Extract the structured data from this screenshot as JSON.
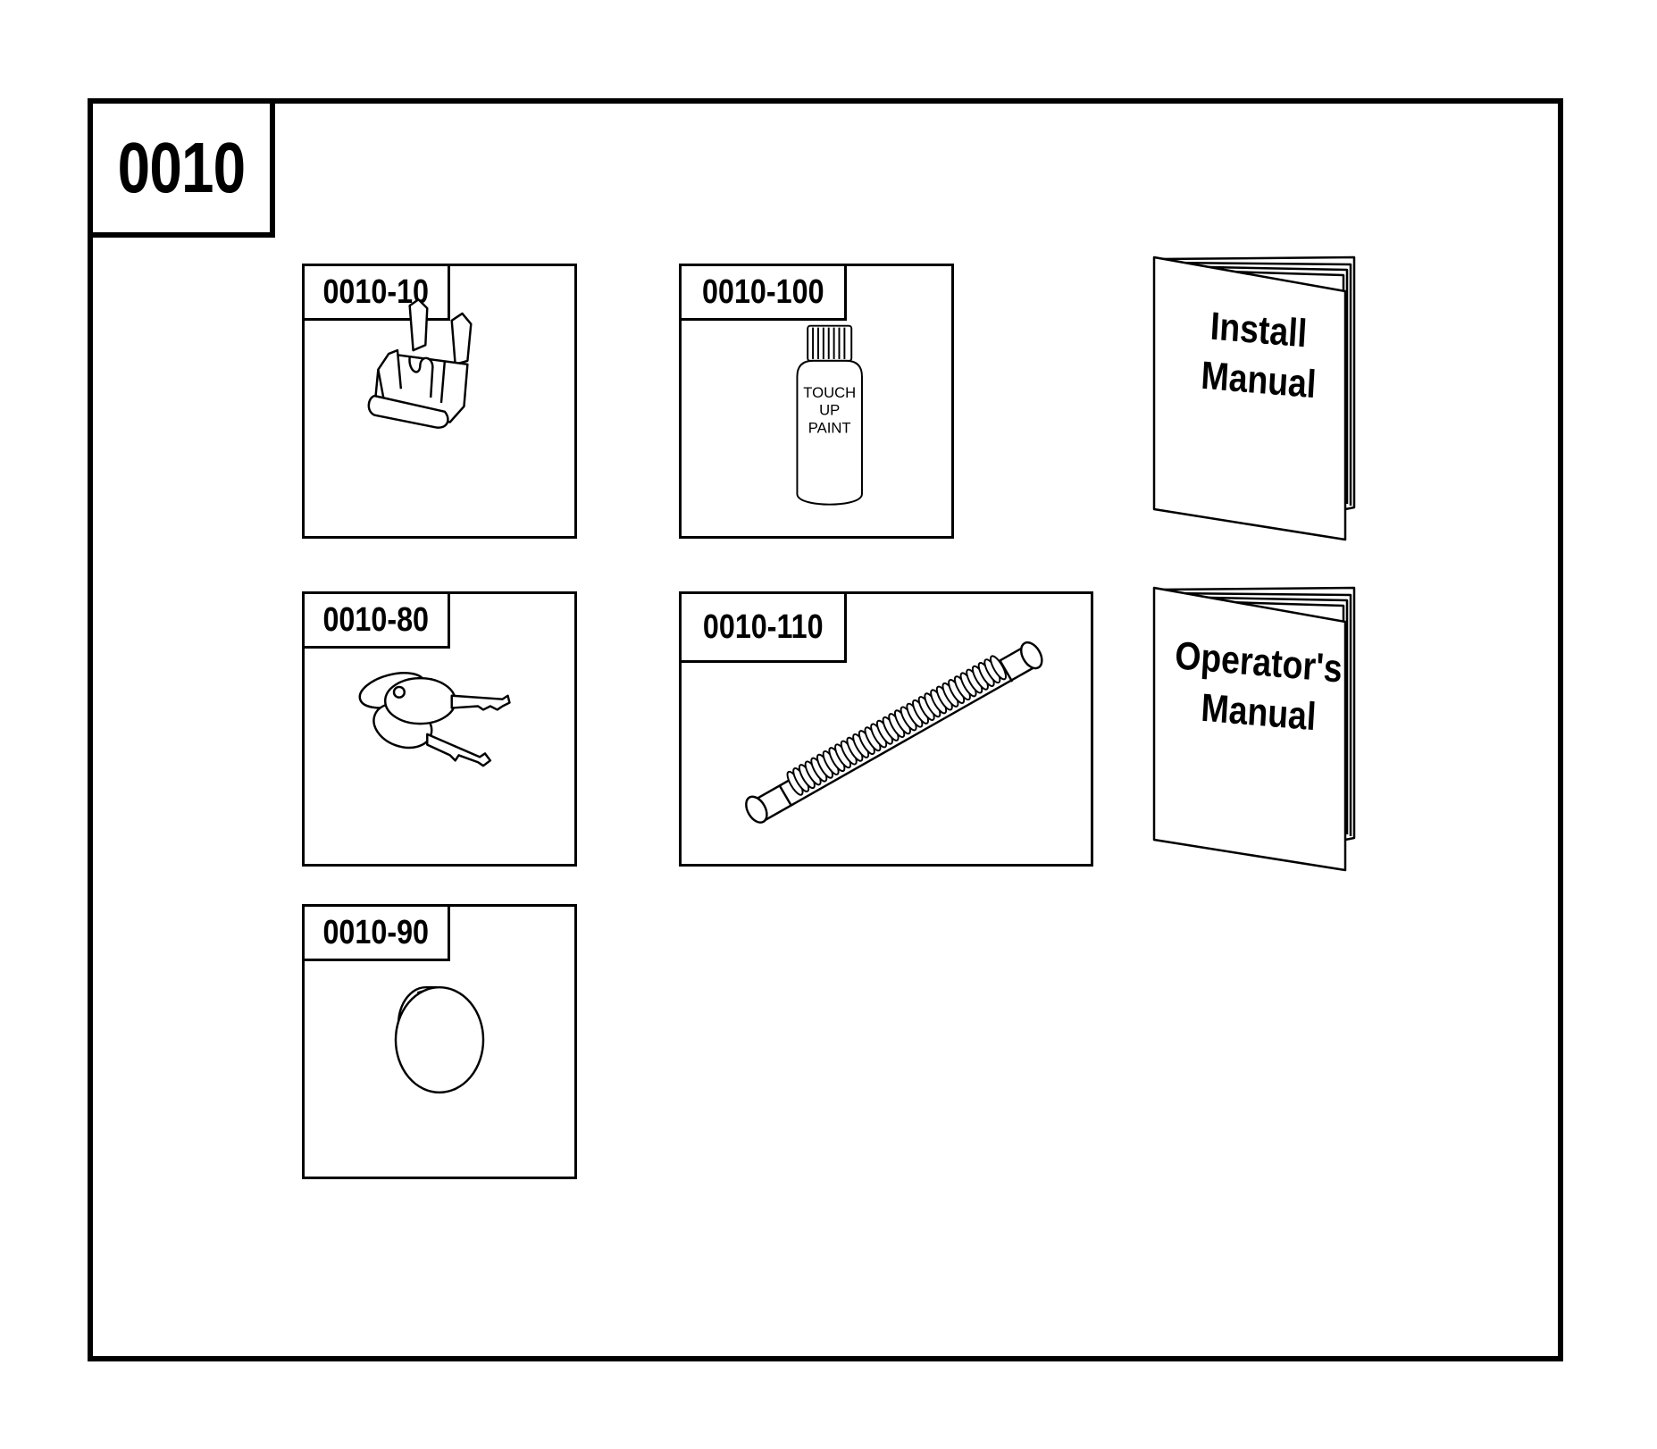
{
  "group": {
    "number": "0010"
  },
  "parts": [
    {
      "number": "0010-10",
      "item": "fuse-icon"
    },
    {
      "number": "0010-100",
      "item": "paint-bottle-icon",
      "bottle_text": [
        "TOUCH",
        "UP",
        "PAINT"
      ]
    },
    {
      "number": "0010-80",
      "item": "keys-icon"
    },
    {
      "number": "0010-110",
      "item": "hose-icon"
    },
    {
      "number": "0010-90",
      "item": "plug-cap-icon"
    }
  ],
  "manuals": [
    {
      "title_line1": "Install",
      "title_line2": "Manual"
    },
    {
      "title_line1": "Operator's",
      "title_line2": "Manual"
    }
  ]
}
